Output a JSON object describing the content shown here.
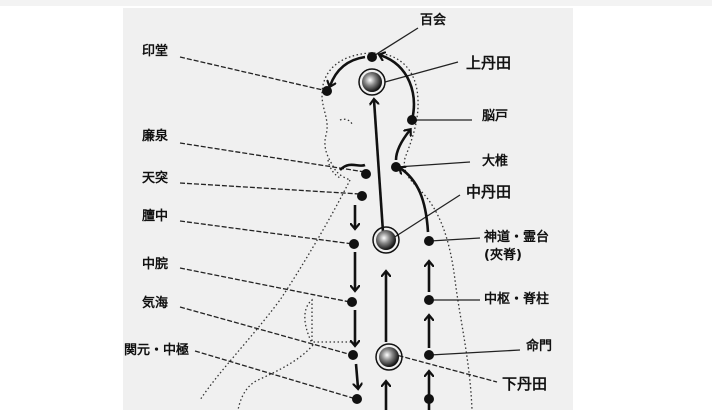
{
  "diagram": {
    "title": "",
    "labels": {
      "baihui": "百会",
      "yintang": "印堂",
      "upper_dantian": "上丹田",
      "naohu": "脳戸",
      "lianquan": "廉泉",
      "dazhui": "大椎",
      "tiantu": "天突",
      "middle_dantian": "中丹田",
      "danzhong": "膻中",
      "shendao_lingtai": "神道・霊台",
      "jiaji": "(夾脊)",
      "zhongwan": "中脘",
      "zhongshu_jizhu": "中枢・脊柱",
      "qihai": "気海",
      "mingmen": "命門",
      "guanyuan_zhongji": "関元・中極",
      "lower_dantian": "下丹田"
    },
    "colors": {
      "background": "#ffffff",
      "panel": "#f0f0f0",
      "ink": "#111111"
    }
  }
}
